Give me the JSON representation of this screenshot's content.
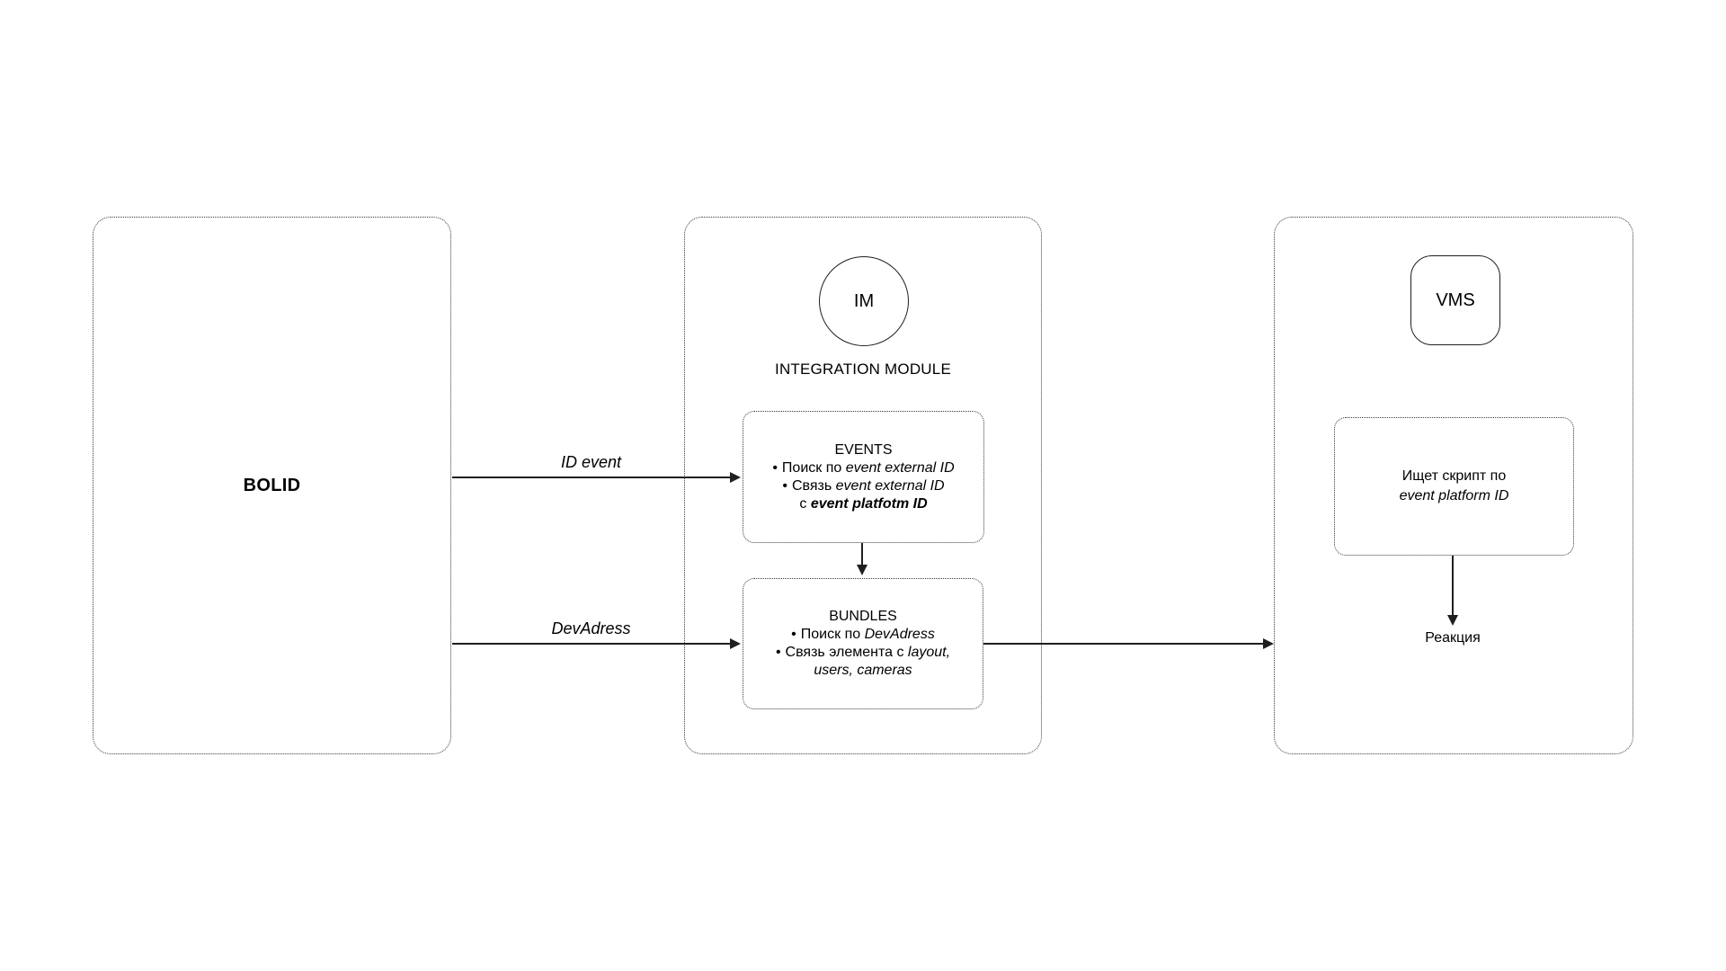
{
  "diagram": {
    "bolid": {
      "title": "BOLID"
    },
    "integration_module": {
      "circle_label": "IM",
      "caption": "INTEGRATION MODULE",
      "events_box": {
        "title": "EVENTS",
        "bullet": "•",
        "bullet1_text": "Поиск по ",
        "bullet1_italic": "event external ID",
        "bullet2_text": "Связь ",
        "bullet2_italic": "event external ID",
        "line3_text": "с ",
        "line3_bold_italic": "event platfotm ID"
      },
      "bundles_box": {
        "title": "BUNDLES",
        "bullet": "•",
        "bullet1_text": "Поиск по ",
        "bullet1_italic": "DevAdress",
        "bullet2_text": "Связь элемента с ",
        "bullet2_italic": "layout,",
        "line3_italic": "users, cameras"
      }
    },
    "vms_module": {
      "badge_label": "VMS",
      "script_box": {
        "line1": "Ищет скрипт  по",
        "line2_italic": "event platform ID"
      },
      "reaction_label": "Реакция"
    },
    "connections": {
      "id_event_label": "ID event",
      "devadress_label": "DevAdress"
    }
  },
  "colors": {
    "background": "#ffffff",
    "line": "#1f1f1f",
    "text": "#000000"
  }
}
